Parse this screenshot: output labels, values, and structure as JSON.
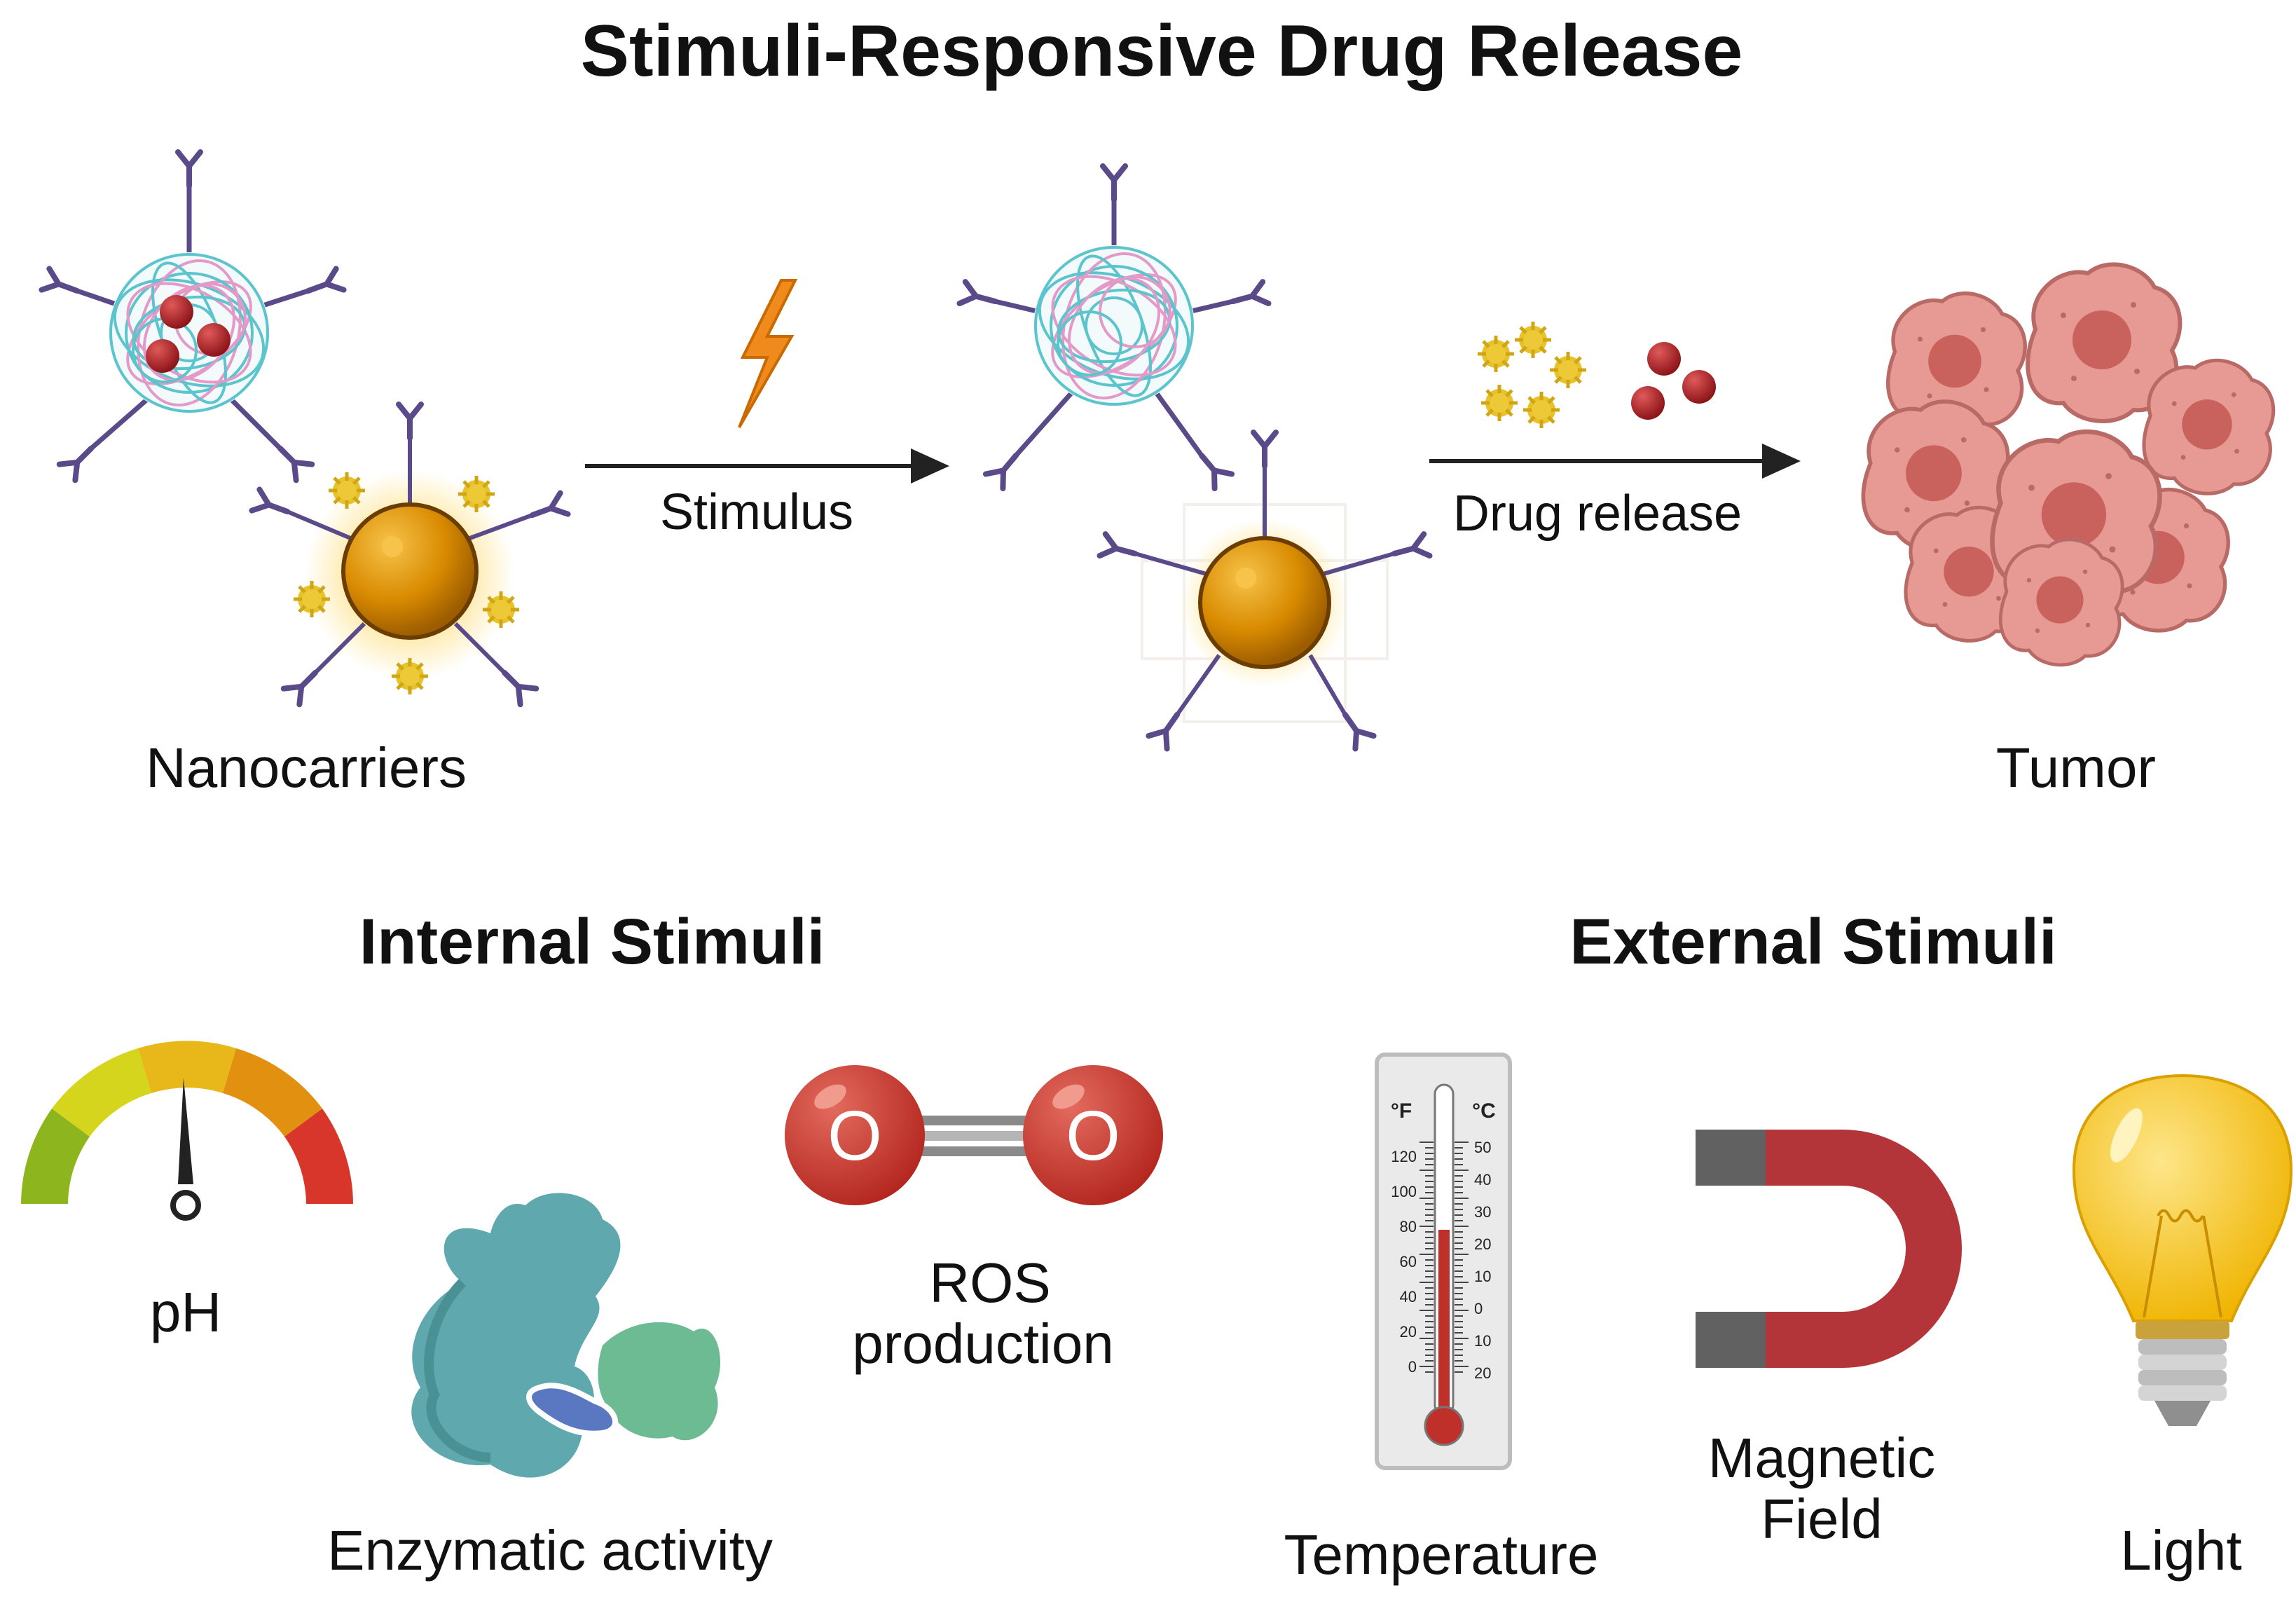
{
  "title": "Stimuli-Responsive Drug Release",
  "top_row": {
    "nanocarriers_label": "Nanocarriers",
    "stimulus_label": "Stimulus",
    "drug_release_label": "Drug release",
    "tumor_label": "Tumor"
  },
  "internal": {
    "heading": "Internal Stimuli",
    "ph_label": "pH",
    "enzymatic_label": "Enzymatic activity",
    "ros_line1": "ROS",
    "ros_line2": "production",
    "atom_symbol": "O"
  },
  "external": {
    "heading": "External Stimuli",
    "temperature_label": "Temperature",
    "magnetic_line1": "Magnetic",
    "magnetic_line2": "Field",
    "light_label": "Light"
  },
  "thermometer": {
    "unit_f": "°F",
    "unit_c": "°C",
    "f_ticks": [
      "120",
      "100",
      "80",
      "60",
      "40",
      "20",
      "0"
    ],
    "c_ticks": [
      "50",
      "40",
      "30",
      "20",
      "10",
      "0",
      "10",
      "20"
    ]
  },
  "colors": {
    "polymer_cyan": "#5cc4cc",
    "polymer_pink": "#e39ac8",
    "drug_red": "#a6191e",
    "gold_core": "#d88a00",
    "antibody": "#5b4a8a",
    "spike_yellow": "#e8c22b",
    "tumor_pink": "#d9807a",
    "magnet_red": "#b3353a",
    "bulb_yellow": "#f5c21b"
  }
}
